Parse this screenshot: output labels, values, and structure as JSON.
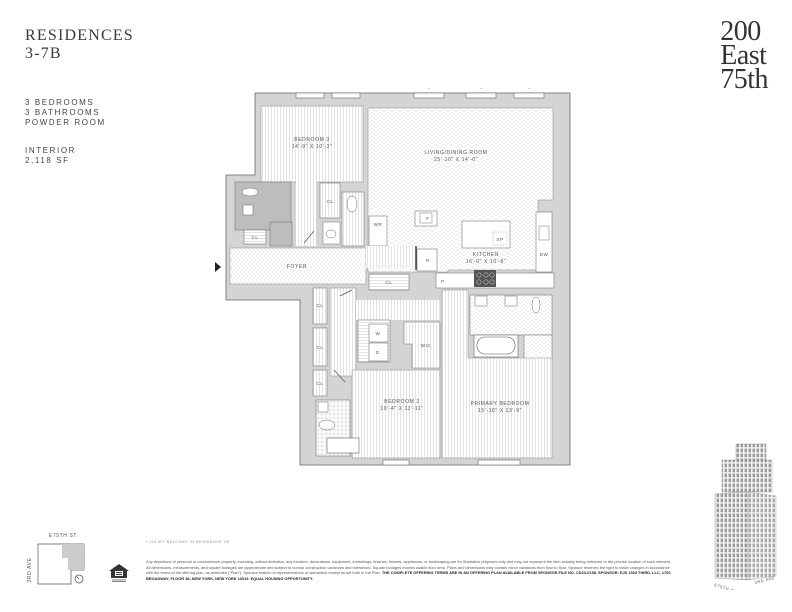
{
  "header": {
    "title_line1": "RESIDENCES",
    "title_line2": "3-7B"
  },
  "specs": {
    "bedrooms": "3 BEDROOMS",
    "bathrooms": "3 BATHROOMS",
    "powder": "POWDER ROOM",
    "interior_label": "INTERIOR",
    "interior_area": "2,118 SF"
  },
  "brand": {
    "line1": "200",
    "line2": "East",
    "line3": "75th"
  },
  "rooms": {
    "bedroom3": {
      "name": "BEDROOM 3",
      "dims": "14'-9\" X 10'-3\""
    },
    "living": {
      "name": "LIVING/DINING ROOM",
      "dims": "25'-10\" X 14'-0\""
    },
    "kitchen": {
      "name": "KITCHEN",
      "dims": "16'-0\" X 10'-8\""
    },
    "foyer": {
      "name": "FOYER"
    },
    "bedroom2": {
      "name": "BEDROOM 2",
      "dims": "10'-4\" X 11'-11\""
    },
    "primary": {
      "name": "PRIMARY BEDROOM",
      "dims": "15'-10\" X 13'-9\""
    }
  },
  "fixtures": {
    "cl": "CL",
    "wr": "WR",
    "f": "F",
    "r": "R",
    "p": "P",
    "sp": "SP",
    "dw": "DW",
    "w": "W",
    "d": "D",
    "wic": "WIC"
  },
  "keyplan": {
    "street_top": "E75TH ST",
    "street_left": "3RD AVE"
  },
  "building": {
    "street_left": "E75TH ST",
    "street_right": "3RD AVE"
  },
  "footnote": "* JULIET BALCONY IN RESIDENCE 3B",
  "legal": {
    "text": "Any depictions of personal or condominium property, including, without limitation, any furniture, decorations, equipment, furnishings, finishes, fixtures, appliances, or landscaping are for illustrative purposes only and may not represent the item actually being delivered or the precise location of such element. All dimensions, measurements, and square footages are approximate and subject to normal construction variances and tolerances. Square footages exceed usable floor area. Plans and dimensions may contain minor variations from floor to floor. Sponsor reserves the right to make changes in accordance with the terms of the offering plan, as amended (\"Plan\"). Sponsor makes no representations or warranties except as set forth in the Plan. ",
    "bold": "THE COMPLETE OFFERING TERMS ARE IN AN OFFERING PLAN AVAILABLE FROM SPONSOR FILE NO. CD23-0158. SPONSOR: EJS 1303 THIRD, LLC, 1700 BROADWAY, FLOOR 38, NEW YORK, NEW YORK 10019. EQUAL HOUSING OPPORTUNITY."
  },
  "colors": {
    "wall": "#d4d4d4",
    "wall_stroke": "#666666",
    "floor_line": "#c8c8c8",
    "bath_dark": "#bdbdbd"
  }
}
